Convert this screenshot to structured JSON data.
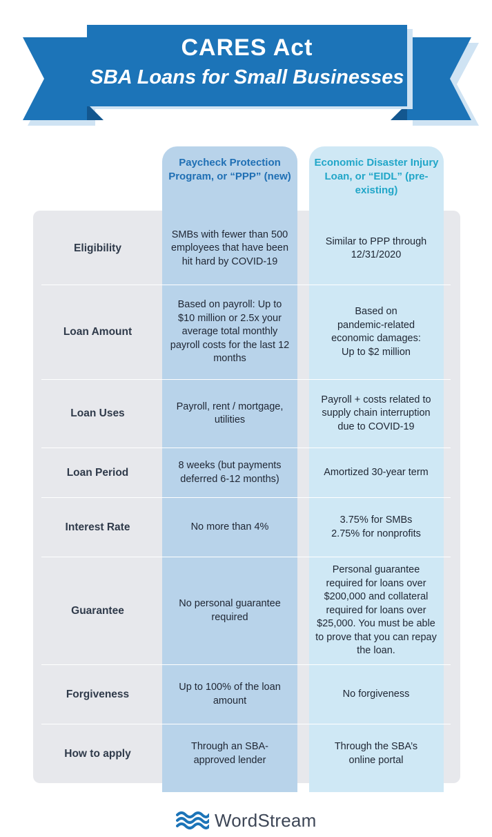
{
  "banner": {
    "title": "CARES Act",
    "subtitle": "SBA Loans for Small Businesses"
  },
  "colors": {
    "banner_main": "#1c74b8",
    "banner_dark": "#13578f",
    "banner_light": "#cfe3f3",
    "ppp_column": "#b8d3ea",
    "eidl_column": "#cfe8f5",
    "ppp_header_text": "#1f6fb4",
    "eidl_header_text": "#21a6c8",
    "table_background": "#e7e8ec"
  },
  "columns": {
    "ppp": "Paycheck Protection Program, or “PPP” (new)",
    "eidl": "Economic Disaster Injury Loan, or “EIDL” (pre-existing)"
  },
  "rows": [
    {
      "label": "Eligibility",
      "ppp": "SMBs with fewer than 500 employees that have been hit hard by COVID-19",
      "eidl": "Similar to PPP through 12/31/2020"
    },
    {
      "label": "Loan Amount",
      "ppp": "Based on payroll: Up to $10 million or 2.5x your average total monthly payroll costs for the last 12 months",
      "eidl": "Based on pandemic-related economic damages: Up to $2 million"
    },
    {
      "label": "Loan Uses",
      "ppp": "Payroll, rent / mortgage, utilities",
      "eidl": "Payroll + costs related to supply chain interruption due to COVID-19"
    },
    {
      "label": "Loan Period",
      "ppp": "8 weeks (but payments deferred 6-12 months)",
      "eidl": "Amortized 30-year term"
    },
    {
      "label": "Interest Rate",
      "ppp": "No more than 4%",
      "eidl": "3.75% for SMBs\n2.75% for nonprofits"
    },
    {
      "label": "Guarantee",
      "ppp": "No personal guarantee required",
      "eidl": "Personal guarantee required for loans over $200,000 and collateral required for loans over $25,000. You must be able to prove that you can repay the loan."
    },
    {
      "label": "Forgiveness",
      "ppp": "Up to 100% of the loan amount",
      "eidl": "No forgiveness"
    },
    {
      "label": "How to apply",
      "ppp": "Through an SBA-approved lender",
      "eidl": "Through the SBA’s online portal"
    }
  ],
  "footer": {
    "logo_text": "WordStream",
    "logo_icon": "wave-logo-icon"
  }
}
